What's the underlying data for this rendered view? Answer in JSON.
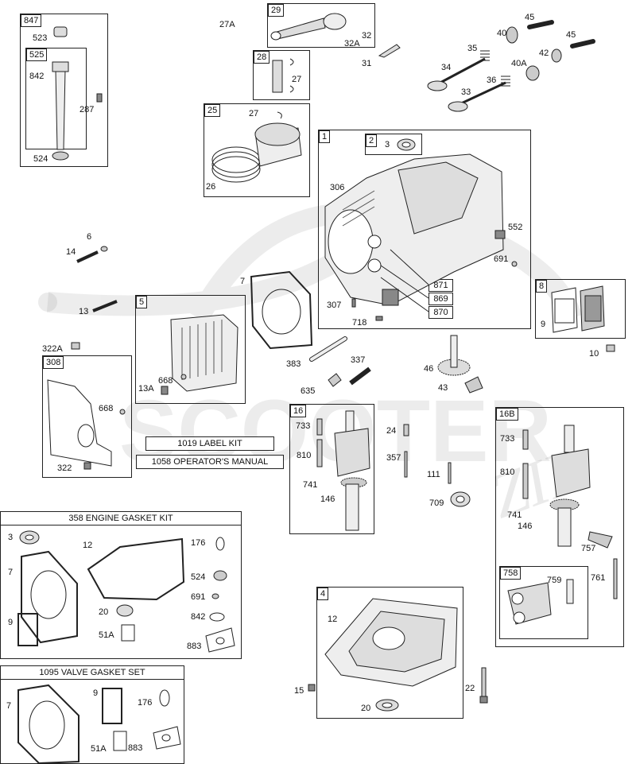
{
  "boxes": {
    "b847": {
      "tag": "847",
      "labels": {
        "l523": "523",
        "l842": "842",
        "l287": "287",
        "l524": "524"
      }
    },
    "b525": {
      "tag": "525"
    },
    "b29": {
      "tag": "29",
      "labels": {
        "l32": "32",
        "l32a": "32A"
      }
    },
    "b28": {
      "tag": "28",
      "labels": {
        "l27": "27"
      }
    },
    "b25": {
      "tag": "25",
      "labels": {
        "l27": "27",
        "l26": "26"
      }
    },
    "b1": {
      "tag": "1",
      "labels": {
        "l306": "306",
        "l552": "552",
        "l691": "691",
        "l871": "871",
        "l869": "869",
        "l870": "870",
        "l307": "307",
        "l718": "718"
      }
    },
    "b2": {
      "tag": "2",
      "labels": {
        "l3": "3"
      }
    },
    "b8": {
      "tag": "8",
      "labels": {
        "l9": "9"
      }
    },
    "b5": {
      "tag": "5",
      "labels": {
        "l668": "668",
        "l13a": "13A"
      }
    },
    "b308": {
      "tag": "308",
      "labels": {
        "l668": "668",
        "l322": "322"
      }
    },
    "b16": {
      "tag": "16",
      "labels": {
        "l733": "733",
        "l810": "810",
        "l741": "741",
        "l146": "146"
      }
    },
    "b16b": {
      "tag": "16B",
      "labels": {
        "l733": "733",
        "l810": "810",
        "l741": "741",
        "l146": "146",
        "l757": "757",
        "l761": "761"
      }
    },
    "b758": {
      "tag": "758",
      "labels": {
        "l759": "759"
      }
    },
    "b4": {
      "tag": "4",
      "labels": {
        "l12": "12",
        "l20": "20"
      }
    }
  },
  "loose": {
    "l27a": "27A",
    "l31": "31",
    "l45a": "45",
    "l40": "40",
    "l45b": "45",
    "l35": "35",
    "l42": "42",
    "l34": "34",
    "l40a": "40A",
    "l36": "36",
    "l33": "33",
    "l6": "6",
    "l14": "14",
    "l7": "7",
    "l13": "13",
    "l322a": "322A",
    "l10": "10",
    "l383": "383",
    "l337": "337",
    "l635": "635",
    "l46": "46",
    "l43": "43",
    "l24": "24",
    "l357": "357",
    "l111": "111",
    "l709": "709",
    "l15": "15",
    "l22": "22"
  },
  "kits": {
    "label_kit": "1019 LABEL KIT",
    "operators_manual": "1058 OPERATOR'S MANUAL",
    "engine_gasket": {
      "title": "358 ENGINE GASKET KIT",
      "labels": {
        "l3": "3",
        "l12": "12",
        "l176": "176",
        "l7": "7",
        "l524": "524",
        "l691": "691",
        "l20": "20",
        "l842": "842",
        "l9": "9",
        "l51a": "51A",
        "l883": "883"
      }
    },
    "valve_gasket": {
      "title": "1095 VALVE GASKET SET",
      "labels": {
        "l7": "7",
        "l9": "9",
        "l176": "176",
        "l51a": "51A",
        "l883": "883"
      }
    }
  },
  "watermark": {
    "text": "SCOOTER",
    "suffix": "ZIP"
  }
}
